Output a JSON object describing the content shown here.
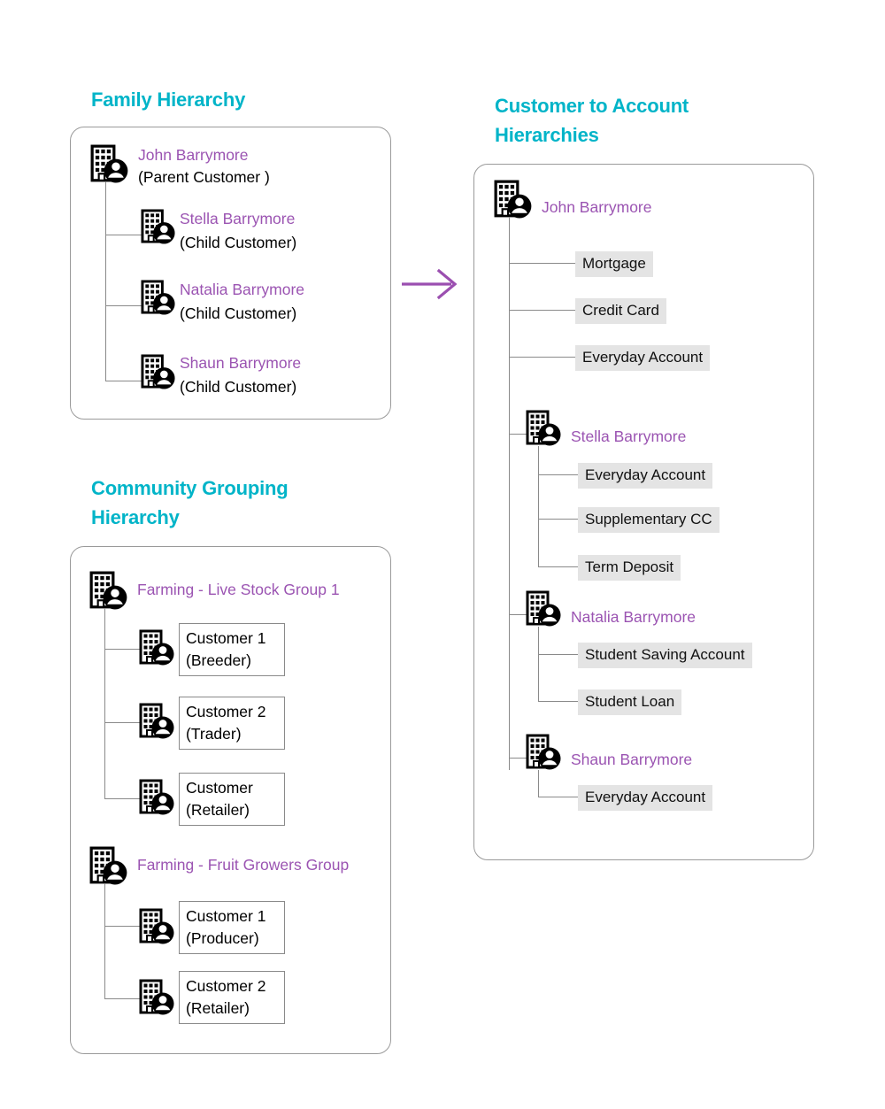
{
  "colors": {
    "title_teal": "#00b4c8",
    "name_purple": "#9b54b2",
    "arrow_purple": "#9b4fb0",
    "panel_border": "#9a9a9a",
    "tree_line": "#8a8a8a",
    "chip_bg": "#e4e4e4",
    "text_black": "#000000"
  },
  "icons": {
    "customer": "building-person-icon",
    "flow_arrow": "arrow-right-icon"
  },
  "family_hierarchy": {
    "title": "Family Hierarchy",
    "root": {
      "name": "John Barrymore",
      "role": "(Parent Customer )"
    },
    "children": [
      {
        "name": "Stella Barrymore",
        "role": "(Child Customer)"
      },
      {
        "name": "Natalia Barrymore",
        "role": "(Child Customer)"
      },
      {
        "name": "Shaun Barrymore",
        "role": "(Child Customer)"
      }
    ]
  },
  "community_hierarchy": {
    "title": "Community Grouping Hierarchy",
    "groups": [
      {
        "name": "Farming - Live Stock Group 1",
        "members": [
          {
            "label": "Customer 1",
            "role": "(Breeder)"
          },
          {
            "label": "Customer 2",
            "role": "(Trader)"
          },
          {
            "label": "Customer",
            "role": "(Retailer)"
          }
        ]
      },
      {
        "name": "Farming - Fruit Growers Group",
        "members": [
          {
            "label": "Customer 1",
            "role": "(Producer)"
          },
          {
            "label": "Customer 2",
            "role": "(Retailer)"
          }
        ]
      }
    ]
  },
  "customer_to_account": {
    "title": "Customer to Account Hierarchies",
    "customers": [
      {
        "name": "John Barrymore",
        "accounts": [
          "Mortgage",
          "Credit Card",
          "Everyday Account"
        ]
      },
      {
        "name": "Stella Barrymore",
        "accounts": [
          "Everyday Account",
          "Supplementary CC",
          "Term Deposit"
        ]
      },
      {
        "name": "Natalia Barrymore",
        "accounts": [
          "Student Saving Account",
          "Student Loan"
        ]
      },
      {
        "name": "Shaun Barrymore",
        "accounts": [
          "Everyday Account"
        ]
      }
    ]
  }
}
